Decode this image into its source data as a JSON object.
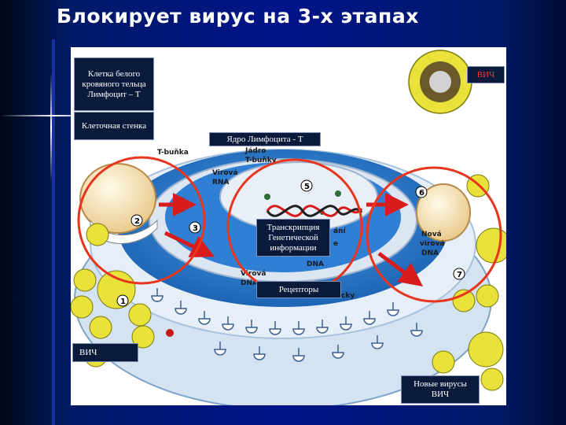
{
  "slide": {
    "title": "Блокирует вирус на 3-х этапах"
  },
  "labels": {
    "cell": "Клетка белого кровяного тельца Лимфоцит – Т",
    "wall": "Клеточная стенка",
    "hiv_top": "ВИЧ",
    "nucleus": "Ядро Лимфоцита - Т",
    "transcription": "Транскрипция Генетической информации",
    "receptors": "Рецепторы",
    "hiv_bottom": "ВИЧ",
    "new_viruses": "Новые вирусы ВИЧ"
  },
  "diagram_text": {
    "t_cell": "T-buňka",
    "core": "Jádro",
    "core2": "T-buňky",
    "viral_rna": "Virová",
    "viral_rna2": "RNA",
    "viral_dna": "Virová",
    "viral_dna2": "DNA",
    "new_dna": "Nová",
    "new_dna2": "virová",
    "new_dna3": "DNA",
    "cky": "cky",
    "dna_mid": "DNA",
    "nani": "ání",
    "e": "e"
  },
  "steps": [
    "1",
    "2",
    "3",
    "5",
    "6",
    "7"
  ],
  "colors": {
    "highlight_ring": "#e8361e",
    "cell_wall": "#c9dcef",
    "cytoplasm": "#2d7bd0",
    "nucleus": "#dfe8f3",
    "virus": "#e8e23a",
    "arrow": "#d81c1c"
  }
}
